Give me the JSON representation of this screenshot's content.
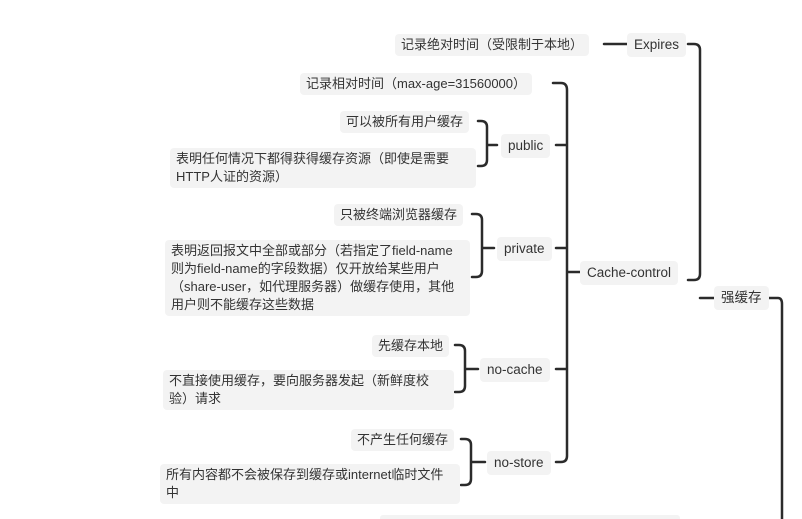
{
  "root": {
    "label": "强缓存"
  },
  "expires": {
    "label": "Expires",
    "detail": "记录绝对时间（受限制于本地）"
  },
  "cache_control": {
    "label": "Cache-control",
    "max_age": "记录相对时间（max-age=31560000）",
    "public": {
      "label": "public",
      "children": [
        "可以被所有用户缓存",
        "表明任何情况下都得获得缓存资源（即使是需要HTTP人证的资源）"
      ]
    },
    "private": {
      "label": "private",
      "children": [
        "只被终端浏览器缓存",
        "表明返回报文中全部或部分（若指定了field-name则为field-name的字段数据）仅开放给某些用户（share-user，如代理服务器）做缓存使用，其他用户则不能缓存这些数据"
      ]
    },
    "no_cache": {
      "label": "no-cache",
      "children": [
        "先缓存本地",
        "不直接使用缓存，要向服务器发起（新鲜度校验）请求"
      ]
    },
    "no_store": {
      "label": "no-store",
      "children": [
        "不产生任何缓存",
        "所有内容都不会被保存到缓存或internet临时文件中"
      ]
    }
  },
  "colors": {
    "line": "#2b2b2b",
    "node_bg": "#f3f3f3",
    "text": "#333333"
  }
}
